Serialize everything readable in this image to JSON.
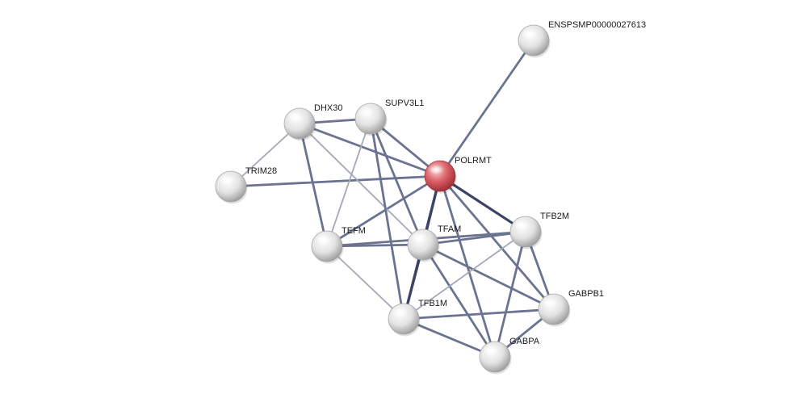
{
  "colors": {
    "background": "#ffffff",
    "query_node": "#d9535a",
    "partner_node": "#d2d2d2",
    "label_text": "#1a1a1a",
    "edge_strong": "#3d4463",
    "edge_medium": "#6c7390",
    "edge_weak": "#a4a8b8"
  },
  "nodes": [
    {
      "id": "ENSPSMP00000027613",
      "label": "ENSPSMP00000027613",
      "query": false
    },
    {
      "id": "DHX30",
      "label": "DHX30",
      "query": false
    },
    {
      "id": "SUPV3L1",
      "label": "SUPV3L1",
      "query": false
    },
    {
      "id": "POLRMT",
      "label": "POLRMT",
      "query": true
    },
    {
      "id": "TRIM28",
      "label": "TRIM28",
      "query": false
    },
    {
      "id": "TFB2M",
      "label": "TFB2M",
      "query": false
    },
    {
      "id": "TEFM",
      "label": "TEFM",
      "query": false
    },
    {
      "id": "TFAM",
      "label": "TFAM",
      "query": false
    },
    {
      "id": "GABPB1",
      "label": "GABPB1",
      "query": false
    },
    {
      "id": "TFB1M",
      "label": "TFB1M",
      "query": false
    },
    {
      "id": "GABPA",
      "label": "GABPA",
      "query": false
    }
  ],
  "edges": [
    {
      "source": "POLRMT",
      "target": "ENSPSMP00000027613",
      "strength": "medium"
    },
    {
      "source": "POLRMT",
      "target": "DHX30",
      "strength": "medium"
    },
    {
      "source": "POLRMT",
      "target": "SUPV3L1",
      "strength": "medium"
    },
    {
      "source": "POLRMT",
      "target": "TRIM28",
      "strength": "medium"
    },
    {
      "source": "POLRMT",
      "target": "TEFM",
      "strength": "medium"
    },
    {
      "source": "POLRMT",
      "target": "TFAM",
      "strength": "strong"
    },
    {
      "source": "POLRMT",
      "target": "TFB2M",
      "strength": "strong"
    },
    {
      "source": "POLRMT",
      "target": "TFB1M",
      "strength": "strong"
    },
    {
      "source": "POLRMT",
      "target": "GABPA",
      "strength": "medium"
    },
    {
      "source": "POLRMT",
      "target": "GABPB1",
      "strength": "medium"
    },
    {
      "source": "DHX30",
      "target": "SUPV3L1",
      "strength": "medium"
    },
    {
      "source": "DHX30",
      "target": "TRIM28",
      "strength": "weak"
    },
    {
      "source": "DHX30",
      "target": "TEFM",
      "strength": "medium"
    },
    {
      "source": "DHX30",
      "target": "TFAM",
      "strength": "weak"
    },
    {
      "source": "SUPV3L1",
      "target": "TEFM",
      "strength": "weak"
    },
    {
      "source": "SUPV3L1",
      "target": "TFAM",
      "strength": "medium"
    },
    {
      "source": "SUPV3L1",
      "target": "TFB1M",
      "strength": "medium"
    },
    {
      "source": "TEFM",
      "target": "TFAM",
      "strength": "medium"
    },
    {
      "source": "TEFM",
      "target": "TFB2M",
      "strength": "medium"
    },
    {
      "source": "TEFM",
      "target": "TFB1M",
      "strength": "weak"
    },
    {
      "source": "TFAM",
      "target": "TFB2M",
      "strength": "medium"
    },
    {
      "source": "TFAM",
      "target": "TFB1M",
      "strength": "strong"
    },
    {
      "source": "TFAM",
      "target": "GABPA",
      "strength": "medium"
    },
    {
      "source": "TFAM",
      "target": "GABPB1",
      "strength": "medium"
    },
    {
      "source": "TFB2M",
      "target": "TFB1M",
      "strength": "weak"
    },
    {
      "source": "TFB2M",
      "target": "GABPA",
      "strength": "medium"
    },
    {
      "source": "TFB2M",
      "target": "GABPB1",
      "strength": "medium"
    },
    {
      "source": "TFB1M",
      "target": "GABPB1",
      "strength": "medium"
    },
    {
      "source": "TFB1M",
      "target": "GABPA",
      "strength": "medium"
    },
    {
      "source": "GABPA",
      "target": "GABPB1",
      "strength": "medium"
    }
  ]
}
